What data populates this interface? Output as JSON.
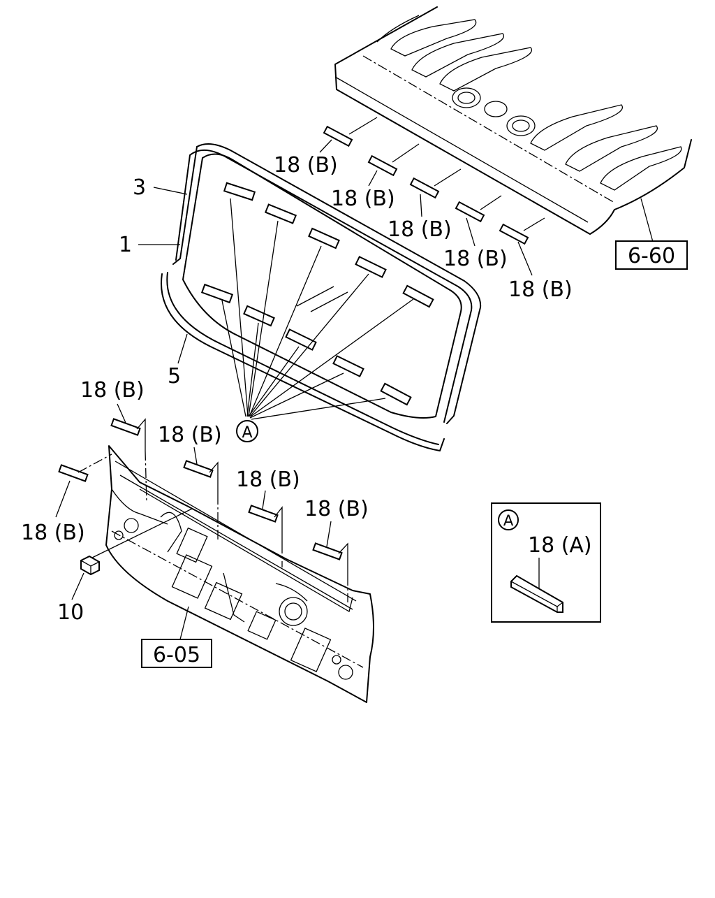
{
  "callouts": {
    "glass": "1",
    "molding": "3",
    "dam": "5",
    "clip": "10",
    "spacer_b": "18 (B)",
    "spacer_a": "18 (A)",
    "detail": "A"
  },
  "references": {
    "roof_panel": "6-60",
    "dash_panel": "6-05"
  }
}
